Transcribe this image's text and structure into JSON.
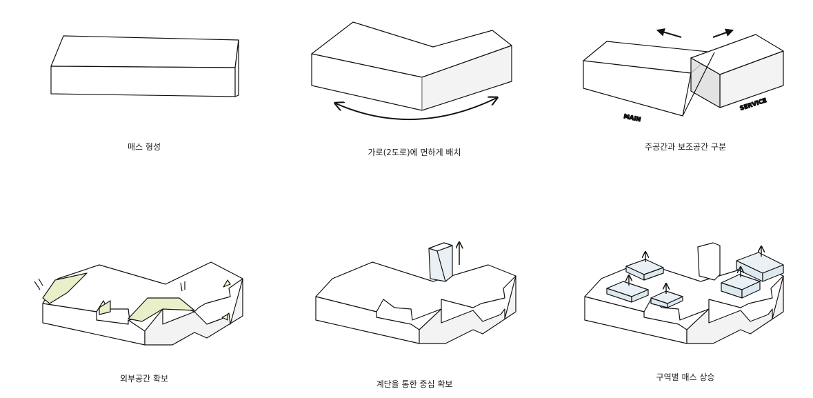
{
  "captions": {
    "p1": "매스 형성",
    "p2": "가로(2도로)에 면하게 배치",
    "p3": "주공간과 보조공간 구분",
    "p4": "외부공간 확보",
    "p5": "계단을 통한 중심 확보",
    "p6": "구역별 매스 상승"
  },
  "labels": {
    "main": "MAIN",
    "service": "SERVICE"
  },
  "colors": {
    "line": "#111111",
    "face_light": "#ffffff",
    "face_side": "#f3f3f3",
    "courtyard": "#e8efc9",
    "raised_mass": "#e9f1f6",
    "overlap": "#dcdcdc"
  }
}
